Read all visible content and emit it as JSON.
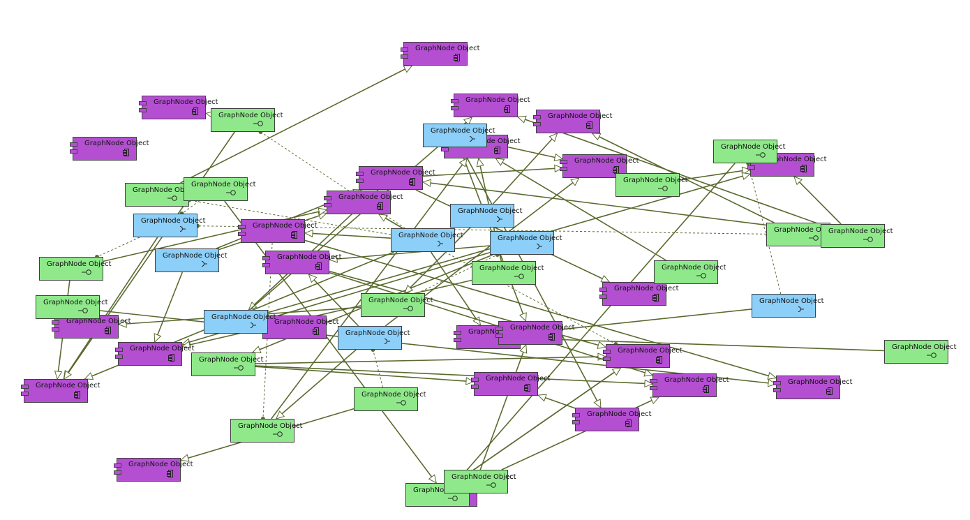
{
  "diagram": {
    "colors": {
      "component": "#b44fd2",
      "provided": "#8fe98a",
      "required": "#8ccff8",
      "edge": "#5a6a2e"
    },
    "nodes": [
      {
        "id": "c1",
        "kind": "component",
        "label": "GraphNode Object"
      },
      {
        "id": "c2",
        "kind": "component",
        "label": "GraphNode Object"
      },
      {
        "id": "c3",
        "kind": "component",
        "label": "GraphNode Object"
      },
      {
        "id": "c4",
        "kind": "component",
        "label": "GraphNode Object"
      },
      {
        "id": "c5",
        "kind": "component",
        "label": "GraphNode Object"
      },
      {
        "id": "c6",
        "kind": "component",
        "label": "GraphNode Object"
      },
      {
        "id": "c7",
        "kind": "component",
        "label": "GraphNode Object"
      },
      {
        "id": "c8",
        "kind": "component",
        "label": "GraphNode Object"
      },
      {
        "id": "c9",
        "kind": "component",
        "label": "GraphNode Object"
      },
      {
        "id": "c10",
        "kind": "component",
        "label": "GraphNode Object"
      },
      {
        "id": "c11",
        "kind": "component",
        "label": "GraphNode Object"
      },
      {
        "id": "c12",
        "kind": "component",
        "label": "GraphNode Object"
      },
      {
        "id": "c13",
        "kind": "component",
        "label": "GraphNode Object"
      },
      {
        "id": "c14",
        "kind": "component",
        "label": "GraphNode Object"
      },
      {
        "id": "c15",
        "kind": "component",
        "label": "GraphNode Object"
      },
      {
        "id": "c16",
        "kind": "component",
        "label": "GraphNode Object"
      },
      {
        "id": "c17",
        "kind": "component",
        "label": "GraphNode Object"
      },
      {
        "id": "c18",
        "kind": "component",
        "label": "GraphNode Object"
      },
      {
        "id": "c19",
        "kind": "component",
        "label": "GraphNode Object"
      },
      {
        "id": "c20",
        "kind": "component",
        "label": "GraphNode Object"
      },
      {
        "id": "c21",
        "kind": "component",
        "label": "GraphNode Object"
      },
      {
        "id": "c22",
        "kind": "component",
        "label": "GraphNode Object"
      },
      {
        "id": "c23",
        "kind": "component",
        "label": "GraphNode Object"
      },
      {
        "id": "c24",
        "kind": "component",
        "label": "GraphNode Object"
      },
      {
        "id": "c25",
        "kind": "component",
        "label": "GraphNode Object"
      },
      {
        "id": "c26",
        "kind": "component",
        "label": "GraphNode Object"
      },
      {
        "id": "r1",
        "kind": "required",
        "label": "GraphNode Object"
      },
      {
        "id": "r2",
        "kind": "required",
        "label": "GraphNode Object"
      },
      {
        "id": "r3",
        "kind": "required",
        "label": "GraphNode Object"
      },
      {
        "id": "r4",
        "kind": "required",
        "label": "GraphNode Object"
      },
      {
        "id": "r5",
        "kind": "required",
        "label": "GraphNode Object"
      },
      {
        "id": "r6",
        "kind": "required",
        "label": "GraphNode Object"
      },
      {
        "id": "r7",
        "kind": "required",
        "label": "GraphNode Object"
      },
      {
        "id": "r8",
        "kind": "required",
        "label": "GraphNode Object"
      },
      {
        "id": "r9",
        "kind": "required",
        "label": "GraphNode Object"
      },
      {
        "id": "g1",
        "kind": "provided",
        "label": "GraphNode Object"
      },
      {
        "id": "g2",
        "kind": "provided",
        "label": "GraphNode Object"
      },
      {
        "id": "g3",
        "kind": "provided",
        "label": "GraphNode Object"
      },
      {
        "id": "g4",
        "kind": "provided",
        "label": "GraphNode Object"
      },
      {
        "id": "g5",
        "kind": "provided",
        "label": "GraphNode Object"
      },
      {
        "id": "g6",
        "kind": "provided",
        "label": "GraphNode Object"
      },
      {
        "id": "g7",
        "kind": "provided",
        "label": "GraphNode Object"
      },
      {
        "id": "g8",
        "kind": "provided",
        "label": "GraphNode Object"
      },
      {
        "id": "g9",
        "kind": "provided",
        "label": "GraphNode Object"
      },
      {
        "id": "g10",
        "kind": "provided",
        "label": "GraphNode Object"
      },
      {
        "id": "g11",
        "kind": "provided",
        "label": "GraphNode Object"
      },
      {
        "id": "g12",
        "kind": "provided",
        "label": "GraphNode Object"
      },
      {
        "id": "g13",
        "kind": "provided",
        "label": "GraphNode Object"
      },
      {
        "id": "g14",
        "kind": "provided",
        "label": "GraphNode Object"
      },
      {
        "id": "g15",
        "kind": "provided",
        "label": "GraphNode Object"
      },
      {
        "id": "g16",
        "kind": "provided",
        "label": "GraphNode Object"
      },
      {
        "id": "g17",
        "kind": "provided",
        "label": "GraphNode Object"
      },
      {
        "id": "g18",
        "kind": "provided",
        "label": "GraphNode Object"
      },
      {
        "id": "g19",
        "kind": "provided",
        "label": "GraphNode Object"
      }
    ],
    "edges": [
      {
        "from": "g2",
        "to": "c1",
        "style": "solid"
      },
      {
        "from": "g7",
        "to": "c5",
        "style": "solid"
      },
      {
        "from": "g7",
        "to": "r1",
        "style": "dashed"
      },
      {
        "from": "r1",
        "to": "c23",
        "style": "solid"
      },
      {
        "from": "r1",
        "to": "g4",
        "style": "dashed"
      },
      {
        "from": "g8",
        "to": "c4",
        "style": "solid"
      },
      {
        "from": "g8",
        "to": "c8",
        "style": "solid"
      },
      {
        "from": "g8",
        "to": "c9",
        "style": "solid"
      },
      {
        "from": "g5",
        "to": "c8",
        "style": "solid"
      },
      {
        "from": "g5",
        "to": "c7",
        "style": "solid"
      },
      {
        "from": "r4",
        "to": "g2",
        "style": "dashed"
      },
      {
        "from": "r4",
        "to": "c23",
        "style": "solid"
      },
      {
        "from": "r4",
        "to": "c10",
        "style": "solid"
      },
      {
        "from": "r4",
        "to": "c16",
        "style": "solid"
      },
      {
        "from": "r4",
        "to": "g1",
        "style": "dashed"
      },
      {
        "from": "r4",
        "to": "c19",
        "style": "dashed"
      },
      {
        "from": "r4",
        "to": "c11",
        "style": "solid"
      },
      {
        "from": "r5",
        "to": "c18",
        "style": "solid"
      },
      {
        "from": "r5",
        "to": "c12",
        "style": "solid"
      },
      {
        "from": "r5",
        "to": "g13",
        "style": "solid"
      },
      {
        "from": "c11",
        "to": "c22",
        "style": "solid"
      },
      {
        "from": "c11",
        "to": "g16",
        "style": "dashed"
      },
      {
        "from": "c9",
        "to": "c7",
        "style": "solid"
      },
      {
        "from": "c9",
        "to": "c13",
        "style": "solid"
      },
      {
        "from": "c9",
        "to": "r8",
        "style": "solid"
      },
      {
        "from": "r2",
        "to": "c7",
        "style": "solid"
      },
      {
        "from": "r2",
        "to": "c17",
        "style": "solid"
      },
      {
        "from": "r2",
        "to": "c24",
        "style": "solid"
      },
      {
        "from": "r3",
        "to": "c5",
        "style": "solid"
      },
      {
        "from": "r3",
        "to": "g12",
        "style": "solid"
      },
      {
        "from": "r6",
        "to": "c9",
        "style": "solid"
      },
      {
        "from": "r6",
        "to": "c10",
        "style": "solid"
      },
      {
        "from": "r6",
        "to": "c18",
        "style": "solid"
      },
      {
        "from": "g9",
        "to": "c18",
        "style": "solid"
      },
      {
        "from": "g9",
        "to": "c6",
        "style": "solid"
      },
      {
        "from": "g10",
        "to": "c6",
        "style": "solid"
      },
      {
        "from": "g11",
        "to": "c22",
        "style": "solid"
      },
      {
        "from": "g12",
        "to": "c15",
        "style": "solid"
      },
      {
        "from": "g12",
        "to": "r5",
        "style": "dashed"
      },
      {
        "from": "g13",
        "to": "c19",
        "style": "solid"
      },
      {
        "from": "g13",
        "to": "c20",
        "style": "solid"
      },
      {
        "from": "g13",
        "to": "c21",
        "style": "solid"
      },
      {
        "from": "g14",
        "to": "c25",
        "style": "solid"
      },
      {
        "from": "g14",
        "to": "r9",
        "style": "dashed"
      },
      {
        "from": "g15",
        "to": "c16",
        "style": "solid"
      },
      {
        "from": "g16",
        "to": "c6",
        "style": "solid"
      },
      {
        "from": "g17",
        "to": "c17",
        "style": "solid"
      },
      {
        "from": "g18",
        "to": "c19",
        "style": "solid"
      },
      {
        "from": "g18",
        "to": "c19",
        "style": "solid"
      },
      {
        "from": "g3",
        "to": "c26",
        "style": "solid"
      },
      {
        "from": "g3",
        "to": "r1",
        "style": "dashed"
      },
      {
        "from": "c24",
        "to": "c21",
        "style": "solid"
      },
      {
        "from": "r7",
        "to": "c16",
        "style": "solid"
      },
      {
        "from": "r7",
        "to": "g6",
        "style": "dashed"
      },
      {
        "from": "g4",
        "to": "c23",
        "style": "solid"
      },
      {
        "from": "g4",
        "to": "c10",
        "style": "solid"
      },
      {
        "from": "g6",
        "to": "c26",
        "style": "solid"
      },
      {
        "from": "r8",
        "to": "c8",
        "style": "solid"
      },
      {
        "from": "r8",
        "to": "c4",
        "style": "solid"
      },
      {
        "from": "g1",
        "to": "c2",
        "style": "solid"
      },
      {
        "from": "g1",
        "to": "c23",
        "style": "solid"
      },
      {
        "from": "c12",
        "to": "c19",
        "style": "solid"
      },
      {
        "from": "c12",
        "to": "c20",
        "style": "solid"
      },
      {
        "from": "r9",
        "to": "c7",
        "style": "solid"
      },
      {
        "from": "r9",
        "to": "c12",
        "style": "solid"
      },
      {
        "from": "r9",
        "to": "g16",
        "style": "solid"
      },
      {
        "from": "g19",
        "to": "c20",
        "style": "solid"
      }
    ]
  }
}
